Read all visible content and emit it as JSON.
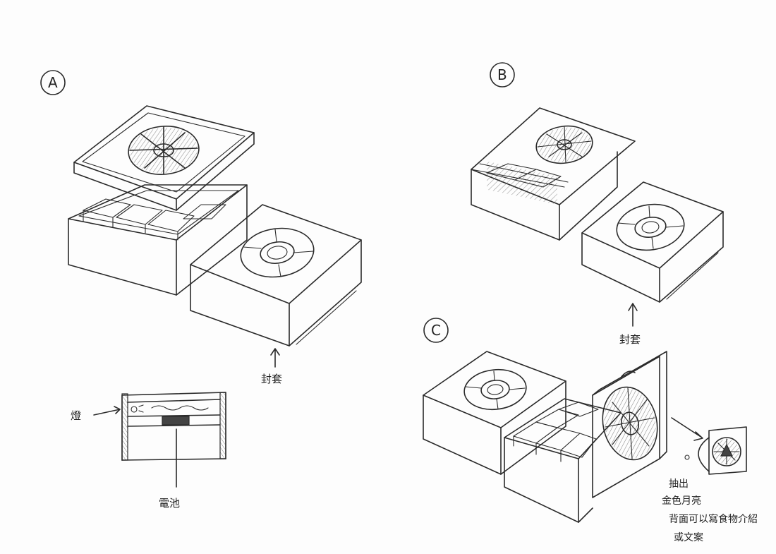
{
  "sections": {
    "a": {
      "letter": "A"
    },
    "b": {
      "letter": "B"
    },
    "c": {
      "letter": "C"
    }
  },
  "annotations": {
    "a_sleeve": "封套",
    "a_light": "燈",
    "a_battery": "電池",
    "b_sleeve": "封套",
    "c_line1": "抽出",
    "c_line2": "金色月亮",
    "c_line3": "背面可以寫食物介紹",
    "c_line4": "或文案"
  }
}
